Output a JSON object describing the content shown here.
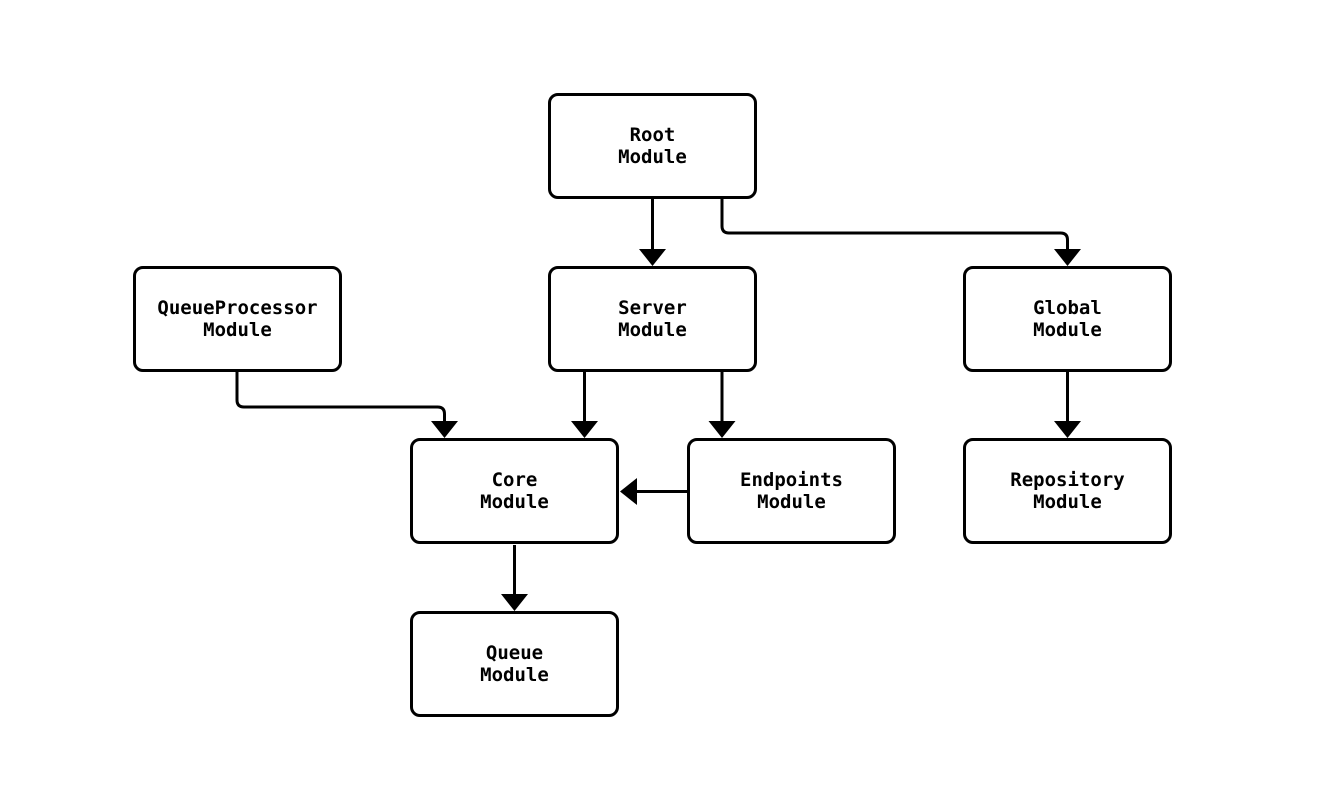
{
  "diagram": {
    "type": "flowchart",
    "background_color": "#ffffff",
    "stroke_color": "#000000",
    "text_color": "#000000",
    "node_fill_color": "#ffffff",
    "nodes": [
      {
        "id": "root",
        "label_line1": "Root",
        "label_line2": "Module"
      },
      {
        "id": "queueprocessor",
        "label_line1": "QueueProcessor",
        "label_line2": "Module"
      },
      {
        "id": "server",
        "label_line1": "Server",
        "label_line2": "Module"
      },
      {
        "id": "global",
        "label_line1": "Global",
        "label_line2": "Module"
      },
      {
        "id": "core",
        "label_line1": "Core",
        "label_line2": "Module"
      },
      {
        "id": "endpoints",
        "label_line1": "Endpoints",
        "label_line2": "Module"
      },
      {
        "id": "repository",
        "label_line1": "Repository",
        "label_line2": "Module"
      },
      {
        "id": "queue",
        "label_line1": "Queue",
        "label_line2": "Module"
      }
    ],
    "edges": [
      {
        "from": "Root Module",
        "to": "Server Module"
      },
      {
        "from": "Root Module",
        "to": "Global Module"
      },
      {
        "from": "QueueProcessor Module",
        "to": "Core Module"
      },
      {
        "from": "Server Module",
        "to": "Core Module"
      },
      {
        "from": "Server Module",
        "to": "Endpoints Module"
      },
      {
        "from": "Endpoints Module",
        "to": "Core Module"
      },
      {
        "from": "Global Module",
        "to": "Repository Module"
      },
      {
        "from": "Core Module",
        "to": "Queue Module"
      }
    ]
  }
}
